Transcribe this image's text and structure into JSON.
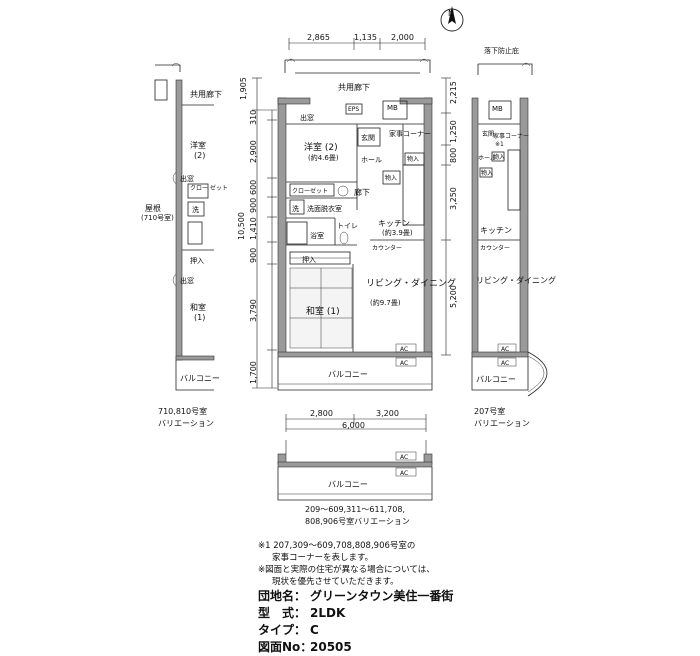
{
  "compass": {
    "label": "N"
  },
  "dims_top": [
    "2,865",
    "1,135",
    "2,000"
  ],
  "dims_left": [
    "310",
    "2,900",
    "600",
    "900",
    "1,410",
    "900",
    "3,790",
    "1,700"
  ],
  "dims_right_main": [
    "2,215",
    "1,250",
    "800",
    "3,250",
    "5,200"
  ],
  "dims_top_left": "1,905",
  "dims_bottom": [
    "2,800",
    "3,200"
  ],
  "dims_bottom_total": "6,000",
  "dim_left_total": "10,500",
  "main_plan": {
    "corridor": "共用廊下",
    "eps": "EPS",
    "mb": "MB",
    "demado": "出窓",
    "genkan": "玄関",
    "kaji": "家事コーナー",
    "hall": "ホール",
    "storage1": "物入",
    "storage2": "物入",
    "youshitsu": "洋室 (2)",
    "youshitsu_size": "(約4.6畳)",
    "closet": "クローゼット",
    "rouka": "廊下",
    "sen": "洗",
    "senmen": "洗面脱衣室",
    "toilet": "トイレ",
    "yokushitsu": "浴室",
    "kitchen": "キッチン",
    "kitchen_size": "(約3.9畳)",
    "counter": "カウンター",
    "oshiire": "押入",
    "living": "リビング・ダイニング",
    "living_size": "(約9.7畳)",
    "washitsu": "和室 (1)",
    "balcony": "バルコニー",
    "ac1": "AC",
    "ac2": "AC"
  },
  "left_variant": {
    "corridor": "共用廊下",
    "youshitsu": "洋室",
    "youshitsu_num": "(2)",
    "demado1": "出窓",
    "closet": "クロー ゼット",
    "sen": "洗",
    "roof": "屋根",
    "roof_note": "(710号室)",
    "oshiire": "押入",
    "demado2": "出窓",
    "washitsu": "和室",
    "washitsu_num": "(1)",
    "balcony": "バルコニー",
    "caption1": "710,810号室",
    "caption2": "バリエーション"
  },
  "right_variant": {
    "fall_label": "落下防止庇",
    "mb": "MB",
    "genkan": "玄関",
    "kaji": "家事コーナー",
    "note_mark": "※1",
    "hall": "ホール",
    "storage1": "物入",
    "storage2": "物入",
    "kitchen": "キッチン",
    "counter": "カウンター",
    "living": "リビング・ダイニング",
    "balcony": "バルコニー",
    "ac1": "AC",
    "ac2": "AC",
    "caption1": "207号室",
    "caption2": "バリエーション"
  },
  "bottom_variant": {
    "balcony": "バルコニー",
    "ac1": "AC",
    "ac2": "AC",
    "caption1": "209～609,311～611,708,",
    "caption2": "808,906号室バリエーション"
  },
  "notes": [
    "※1  207,309～609,708,808,906号室の",
    "家事コーナーを表します。",
    "※図面と実際の住宅が異なる場合については、",
    "現状を優先させていただきます。"
  ],
  "meta": {
    "danchi_key": "団地名：",
    "danchi_val": "グリーンタウン美住一番街",
    "kata_key": "型　式：",
    "kata_val": "2LDK",
    "type_key": "タイプ：",
    "type_val": "C",
    "zumen_key": "図面No：",
    "zumen_val": "20505"
  }
}
